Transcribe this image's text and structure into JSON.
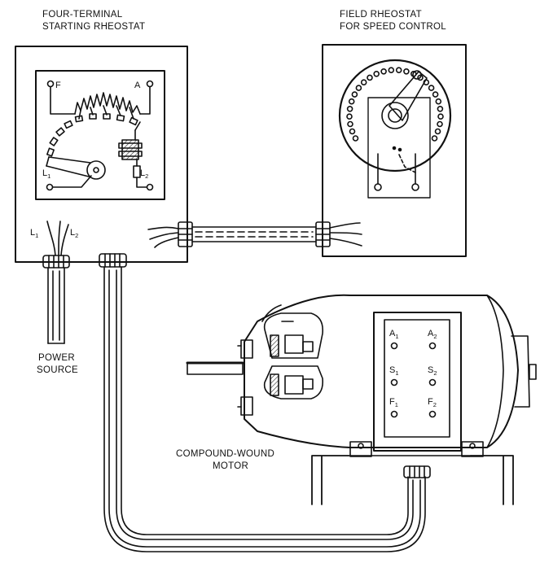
{
  "labels": {
    "starting_rheostat": [
      "FOUR-TERMINAL",
      "STARTING RHEOSTAT"
    ],
    "field_rheostat": [
      "FIELD RHEOSTAT",
      "FOR SPEED CONTROL"
    ],
    "power_source": [
      "POWER",
      "SOURCE"
    ],
    "motor": [
      "COMPOUND-WOUND",
      "MOTOR"
    ]
  },
  "starter_terminals": {
    "f": "F",
    "a": "A",
    "l1": "L",
    "l1_sub": "1",
    "l2": "L",
    "l2_sub": "2"
  },
  "cable_leads": {
    "l1": "L",
    "l1_sub": "1",
    "l2": "L",
    "l2_sub": "2"
  },
  "motor_terminals": [
    {
      "letter": "A",
      "sub": "1"
    },
    {
      "letter": "A",
      "sub": "2"
    },
    {
      "letter": "S",
      "sub": "1"
    },
    {
      "letter": "S",
      "sub": "2"
    },
    {
      "letter": "F",
      "sub": "1"
    },
    {
      "letter": "F",
      "sub": "2"
    }
  ]
}
